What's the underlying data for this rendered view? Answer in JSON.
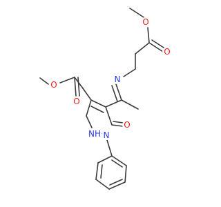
{
  "structure": {
    "colors": {
      "bond": "#3a3a3a",
      "oxygen": "#e8221a",
      "nitrogen": "#2a3ad8",
      "background": "#ffffff"
    },
    "atoms": {
      "o_ester_top": "O",
      "o_carbonyl_top": "O",
      "n_imine": "N",
      "o_ester_left": "O",
      "o_carbonyl_left": "O",
      "nh_pyrazole": "NH",
      "n_phenyl": "N",
      "o_ketone": "O"
    }
  }
}
